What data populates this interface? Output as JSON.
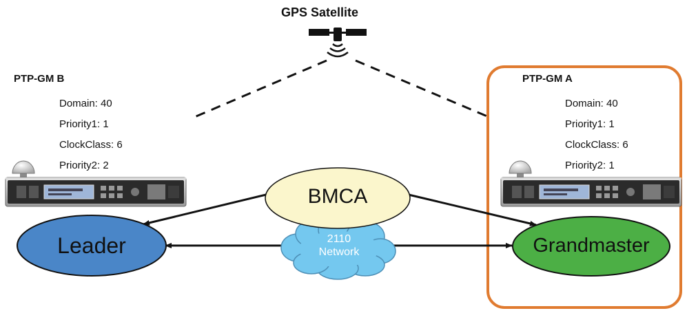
{
  "satellite": {
    "label": "GPS Satellite",
    "icon": "satellite-icon"
  },
  "gm_b": {
    "title": "PTP-GM B",
    "domain": "Domain: 40",
    "priority1": "Priority1: 1",
    "clock_class": "ClockClass: 6",
    "priority2": "Priority2: 2"
  },
  "gm_a": {
    "title": "PTP-GM A",
    "domain": "Domain: 40",
    "priority1": "Priority1: 1",
    "clock_class": "ClockClass: 6",
    "priority2": "Priority2: 1"
  },
  "nodes": {
    "bmca": "BMCA",
    "leader": "Leader",
    "grandmaster": "Grandmaster",
    "network_line1": "2110",
    "network_line2": "Network"
  },
  "colors": {
    "highlight_border": "#e07b30",
    "bmca_fill": "#fbf6cc",
    "leader_fill": "#4a86c8",
    "grandmaster_fill": "#4caf45",
    "cloud_fill": "#74c8ef",
    "line": "#111111"
  }
}
